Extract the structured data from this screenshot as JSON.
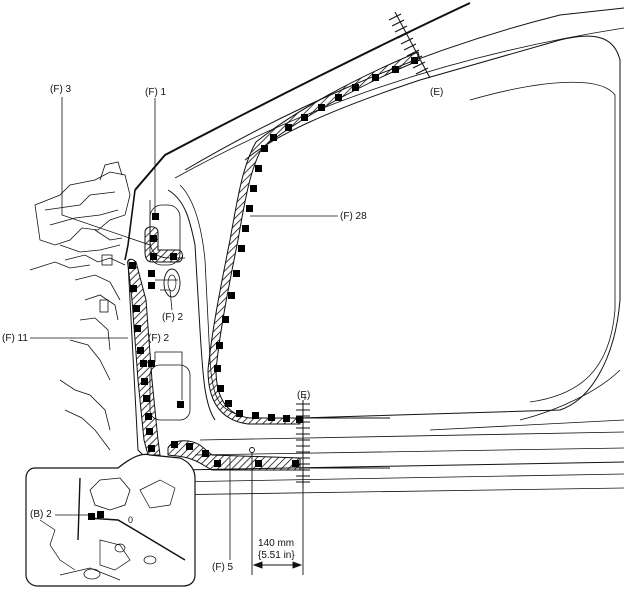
{
  "labels": {
    "f3": "(F) 3",
    "f1": "(F) 1",
    "f28": "(F) 28",
    "e_top": "(E)",
    "e_mid": "(E)",
    "f11": "(F) 11",
    "f2_upper": "(F) 2",
    "f2_lower": "(F) 2",
    "b2": "(B) 2",
    "f5": "(F) 5",
    "dim_mm": "140 mm",
    "dim_in": "{5.51 in}",
    "zero_mark": "0"
  },
  "colors": {
    "line": "#111111",
    "spot": "#000000",
    "background": "#ffffff"
  }
}
